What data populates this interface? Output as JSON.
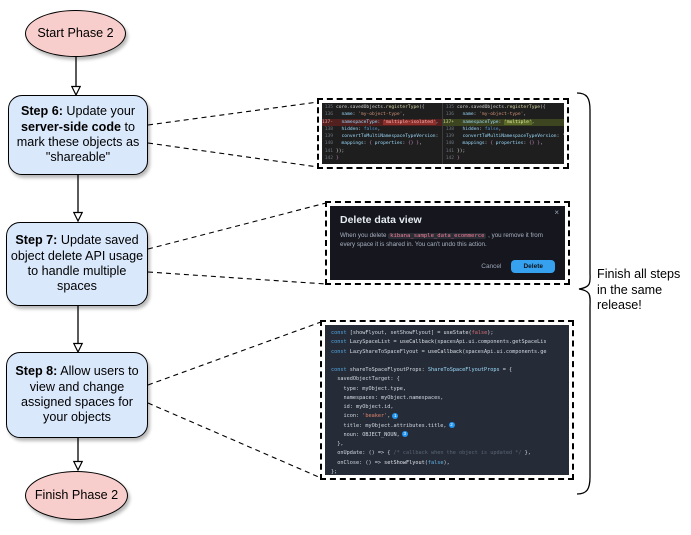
{
  "flow": {
    "start_label": "Start Phase 2",
    "finish_label": "Finish Phase 2",
    "step6": {
      "b1": "Step 6:",
      "t1": " Update your ",
      "b2": "server-side code",
      "t2": " to mark these objects as \"shareable\""
    },
    "step7": {
      "b1": "Step 7:",
      "t1": " Update saved object delete API usage to handle multiple spaces"
    },
    "step8": {
      "b1": "Step 8:",
      "t1": " Allow users to view and change assigned spaces for your objects"
    },
    "brace_note": "Finish all steps in the same release!"
  },
  "colors": {
    "node_pink": "#f8cecc",
    "node_blue": "#dae8fc",
    "accent_blue": "#36a2ef",
    "diff_removed_bg": "#51201f",
    "diff_added_bg": "#3c4420"
  },
  "diff_panel": {
    "left": [
      {
        "num": "135",
        "tokens": [
          [
            "w",
            "core.savedObjects."
          ],
          [
            "y",
            "registerType"
          ],
          [
            "w",
            "({"
          ]
        ]
      },
      {
        "num": "136",
        "tokens": [
          [
            "b",
            "  name"
          ],
          [
            "w",
            ": "
          ],
          [
            "s",
            "'my-object-type'"
          ],
          [
            "w",
            ","
          ]
        ]
      },
      {
        "num": "137-",
        "hl": "del",
        "tokens": [
          [
            "b",
            "  namespaceType"
          ],
          [
            "w",
            ": "
          ],
          [
            "sx",
            "'multiple-isolated'"
          ],
          [
            "w",
            ","
          ]
        ]
      },
      {
        "num": "138",
        "tokens": [
          [
            "b",
            "  hidden"
          ],
          [
            "w",
            ": "
          ],
          [
            "k",
            "false"
          ],
          [
            "w",
            ","
          ]
        ]
      },
      {
        "num": "139",
        "tokens": [
          [
            "b",
            "  convertToMultiNamespaceTypeVersion"
          ],
          [
            "w",
            ": '"
          ]
        ]
      },
      {
        "num": "140",
        "tokens": [
          [
            "b",
            "  mappings"
          ],
          [
            "w",
            ": "
          ],
          [
            "m",
            "{ "
          ],
          [
            "b",
            "properties"
          ],
          [
            "w",
            ": "
          ],
          [
            "m",
            "{}"
          ],
          [
            "m",
            " }"
          ],
          [
            "w",
            ","
          ]
        ]
      },
      {
        "num": "141",
        "tokens": [
          [
            "w",
            "});"
          ]
        ]
      },
      {
        "num": "142",
        "tokens": [
          [
            "m",
            "}"
          ]
        ]
      }
    ],
    "right": [
      {
        "num": "135",
        "tokens": [
          [
            "w",
            "core.savedObjects."
          ],
          [
            "y",
            "registerType"
          ],
          [
            "w",
            "({"
          ]
        ]
      },
      {
        "num": "136",
        "tokens": [
          [
            "b",
            "  name"
          ],
          [
            "w",
            ": "
          ],
          [
            "s",
            "'my-object-type'"
          ],
          [
            "w",
            ","
          ]
        ]
      },
      {
        "num": "137+",
        "hl": "add",
        "tokens": [
          [
            "b",
            "  namespaceType"
          ],
          [
            "w",
            ": "
          ],
          [
            "sx",
            "'multiple'"
          ],
          [
            "w",
            ","
          ]
        ]
      },
      {
        "num": "138",
        "tokens": [
          [
            "b",
            "  hidden"
          ],
          [
            "w",
            ": "
          ],
          [
            "k",
            "false"
          ],
          [
            "w",
            ","
          ]
        ]
      },
      {
        "num": "139",
        "tokens": [
          [
            "b",
            "  convertToMultiNamespaceTypeVersion"
          ],
          [
            "w",
            ": '"
          ]
        ]
      },
      {
        "num": "140",
        "tokens": [
          [
            "b",
            "  mappings"
          ],
          [
            "w",
            ": "
          ],
          [
            "m",
            "{ "
          ],
          [
            "b",
            "properties"
          ],
          [
            "w",
            ": "
          ],
          [
            "m",
            "{}"
          ],
          [
            "m",
            " }"
          ],
          [
            "w",
            ","
          ]
        ]
      },
      {
        "num": "141",
        "tokens": [
          [
            "w",
            "});"
          ]
        ]
      },
      {
        "num": "142",
        "tokens": [
          [
            "m",
            "}"
          ]
        ]
      }
    ]
  },
  "dialog": {
    "title": "Delete data view",
    "close_icon": "×",
    "body_pre": "When you delete ",
    "body_code": "kibana_sample_data_ecommerce",
    "body_post": " , you remove it from every space it is shared in. You can't undo this action.",
    "cancel_label": "Cancel",
    "delete_label": "Delete"
  },
  "code_panel": {
    "lines": [
      {
        "tokens": [
          [
            "k",
            "const"
          ],
          [
            "w",
            " [showFlyout, setShowFlyout] = "
          ],
          [
            "f",
            "useState"
          ],
          [
            "w",
            "("
          ],
          [
            "e",
            "false"
          ],
          [
            "w",
            ");"
          ]
        ]
      },
      {
        "tokens": [
          [
            "k",
            "const"
          ],
          [
            "w",
            " LazySpaceList = "
          ],
          [
            "f",
            "useCallback"
          ],
          [
            "w",
            "(spacesApi.ui.components.getSpaceLis"
          ]
        ]
      },
      {
        "tokens": [
          [
            "k",
            "const"
          ],
          [
            "w",
            " LazyShareToSpaceFlyout = "
          ],
          [
            "f",
            "useCallback"
          ],
          [
            "w",
            "(spacesApi.ui.components.ge"
          ]
        ]
      },
      {
        "tokens": []
      },
      {
        "tokens": [
          [
            "k",
            "const"
          ],
          [
            "w",
            " shareToSpaceFlyoutProps: "
          ],
          [
            "t",
            "ShareToSpaceFlyoutProps"
          ],
          [
            "w",
            " = {"
          ]
        ]
      },
      {
        "tokens": [
          [
            "w",
            "  savedObjectTarget: {"
          ]
        ]
      },
      {
        "tokens": [
          [
            "w",
            "    type: myObject.type,"
          ]
        ]
      },
      {
        "tokens": [
          [
            "w",
            "    namespaces: myObject.namespaces,"
          ]
        ]
      },
      {
        "tokens": [
          [
            "w",
            "    id: myObject.id,"
          ]
        ]
      },
      {
        "tokens": [
          [
            "w",
            "    icon: "
          ],
          [
            "s",
            "'beaker'"
          ],
          [
            "w",
            ","
          ]
        ],
        "badge": "1"
      },
      {
        "tokens": [
          [
            "w",
            "    title: myObject.attributes.title,"
          ]
        ],
        "badge": "2"
      },
      {
        "tokens": [
          [
            "w",
            "    noun: OBJECT_NOUN,"
          ]
        ],
        "badge": "3"
      },
      {
        "tokens": [
          [
            "w",
            "  },"
          ]
        ]
      },
      {
        "tokens": [
          [
            "w",
            "  onUpdate: () => { "
          ],
          [
            "c",
            "/* callback when the object is updated */"
          ],
          [
            "w",
            " },"
          ]
        ]
      },
      {
        "tokens": [
          [
            "w",
            "  onClose: () => "
          ],
          [
            "f",
            "setShowFlyout"
          ],
          [
            "w",
            "("
          ],
          [
            "n",
            "false"
          ],
          [
            "w",
            "),"
          ]
        ]
      },
      {
        "tokens": [
          [
            "w",
            "};"
          ]
        ]
      }
    ]
  }
}
